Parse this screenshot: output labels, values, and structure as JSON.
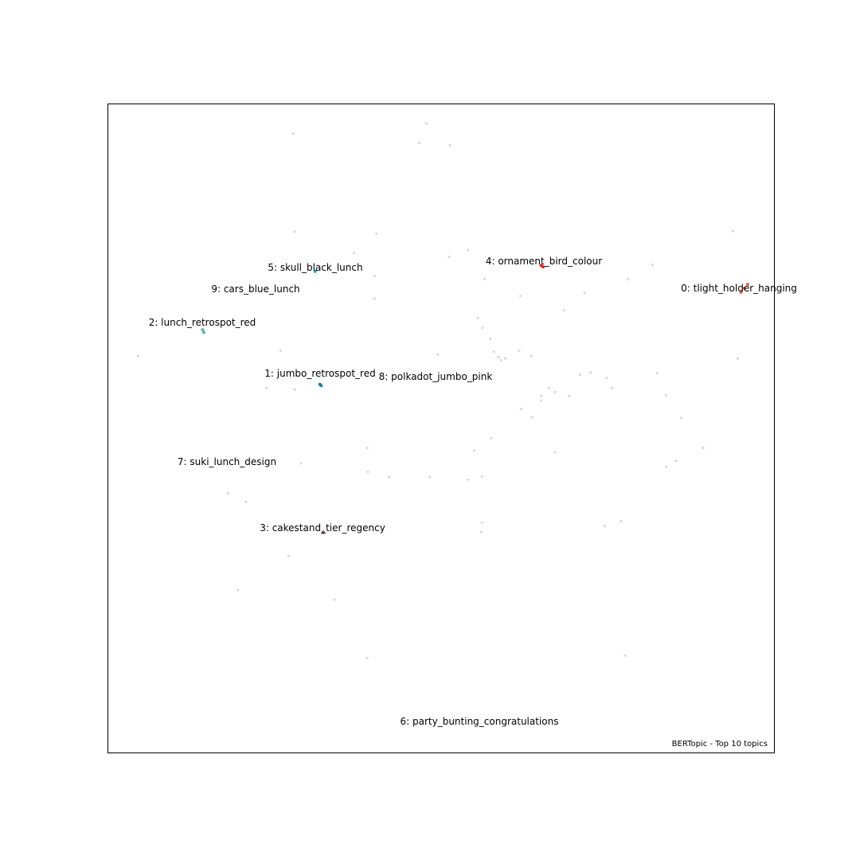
{
  "chart_data": {
    "type": "scatter",
    "title": "",
    "xlabel": "",
    "ylabel": "",
    "grid": false,
    "axes_ticks": false,
    "caption": "BERTopic - Top 10 topics",
    "xlim": [
      0,
      10
    ],
    "ylim": [
      0,
      10
    ],
    "background_color": "#d9d9d9",
    "topics": [
      {
        "label": "0: tlight_holder_hanging",
        "color": "#e45c3a",
        "points": [
          [
            9.5,
            7.1
          ],
          [
            9.55,
            7.16
          ],
          [
            9.6,
            7.22
          ]
        ]
      },
      {
        "label": "1: jumbo_retrospot_red",
        "color": "#1f77b4",
        "points": [
          [
            3.18,
            5.68
          ],
          [
            3.2,
            5.66
          ]
        ]
      },
      {
        "label": "2: lunch_retrospot_red",
        "color": "#5ab4ac",
        "points": [
          [
            1.42,
            6.52
          ],
          [
            1.44,
            6.48
          ]
        ]
      },
      {
        "label": "3: cakestand_tier_regency",
        "color": "#8c564b",
        "points": [
          [
            3.23,
            3.4
          ]
        ]
      },
      {
        "label": "4: ornament_bird_colour",
        "color": "#d62728",
        "points": [
          [
            6.5,
            7.51
          ],
          [
            6.53,
            7.49
          ]
        ]
      },
      {
        "label": "5: skull_black_lunch",
        "color": "#17a2c8",
        "points": [
          [
            3.11,
            7.42
          ]
        ]
      },
      {
        "label": "6: party_bunting_congratulations",
        "color": "#9e9e9e",
        "points": []
      },
      {
        "label": "7: suki_lunch_design",
        "color": "#bcbd22",
        "points": []
      },
      {
        "label": "8: polkadot_jumbo_pink",
        "color": "#9467bd",
        "points": []
      },
      {
        "label": "9: cars_blue_lunch",
        "color": "#2ca02c",
        "points": []
      }
    ],
    "background_points": [
      [
        2.78,
        9.54
      ],
      [
        4.78,
        9.7
      ],
      [
        4.67,
        9.4
      ],
      [
        2.8,
        8.03
      ],
      [
        3.69,
        7.7
      ],
      [
        4.03,
        8.0
      ],
      [
        5.12,
        7.64
      ],
      [
        5.4,
        7.75
      ],
      [
        4.0,
        7.35
      ],
      [
        4.0,
        7.0
      ],
      [
        5.65,
        7.3
      ],
      [
        6.19,
        7.04
      ],
      [
        6.84,
        6.82
      ],
      [
        7.15,
        7.09
      ],
      [
        7.8,
        7.3
      ],
      [
        8.17,
        7.52
      ],
      [
        9.38,
        8.04
      ],
      [
        9.45,
        6.08
      ],
      [
        0.45,
        6.12
      ],
      [
        1.8,
        4.0
      ],
      [
        2.38,
        5.62
      ],
      [
        2.8,
        5.6
      ],
      [
        2.9,
        4.46
      ],
      [
        2.71,
        3.03
      ],
      [
        3.89,
        4.7
      ],
      [
        3.9,
        4.33
      ],
      [
        4.22,
        4.25
      ],
      [
        4.83,
        4.25
      ],
      [
        5.4,
        4.21
      ],
      [
        5.5,
        4.66
      ],
      [
        4.95,
        6.14
      ],
      [
        5.62,
        6.55
      ],
      [
        5.74,
        6.38
      ],
      [
        5.55,
        6.7
      ],
      [
        5.79,
        6.18
      ],
      [
        5.86,
        6.1
      ],
      [
        5.9,
        6.05
      ],
      [
        6.17,
        6.2
      ],
      [
        6.35,
        6.12
      ],
      [
        6.2,
        5.3
      ],
      [
        5.75,
        4.85
      ],
      [
        6.36,
        5.17
      ],
      [
        6.62,
        5.62
      ],
      [
        6.5,
        5.43
      ],
      [
        6.71,
        5.56
      ],
      [
        6.92,
        5.5
      ],
      [
        7.08,
        5.83
      ],
      [
        7.24,
        5.86
      ],
      [
        7.56,
        5.62
      ],
      [
        7.48,
        5.78
      ],
      [
        8.24,
        5.85
      ],
      [
        8.37,
        5.51
      ],
      [
        8.6,
        5.16
      ],
      [
        8.38,
        4.41
      ],
      [
        8.52,
        4.5
      ],
      [
        8.93,
        4.7
      ],
      [
        6.71,
        4.63
      ],
      [
        5.61,
        4.26
      ],
      [
        5.61,
        3.55
      ],
      [
        5.6,
        3.4
      ],
      [
        7.7,
        3.57
      ],
      [
        7.45,
        3.5
      ],
      [
        3.4,
        2.36
      ],
      [
        2.59,
        6.2
      ],
      [
        3.89,
        1.46
      ],
      [
        7.76,
        1.5
      ],
      [
        2.07,
        3.87
      ],
      [
        1.95,
        2.51
      ],
      [
        5.13,
        9.36
      ],
      [
        6.5,
        5.5
      ],
      [
        5.96,
        6.08
      ]
    ]
  }
}
